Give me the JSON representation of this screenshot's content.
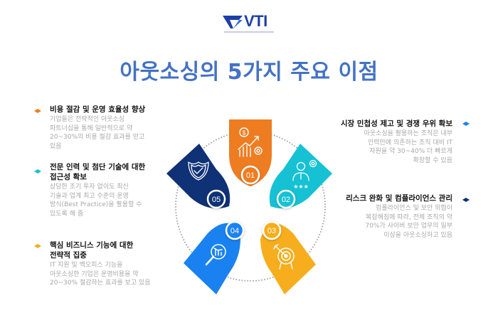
{
  "logo": {
    "text": "VTI",
    "color": "#1f3fa8"
  },
  "title": "아웃소싱의 5가지 주요 이점",
  "colors": {
    "title": "#4472c4",
    "orange": "#ee7d22",
    "cyan": "#16c1d4",
    "yellow": "#f6ae1e",
    "blue": "#1a82f0",
    "navy": "#0f3175"
  },
  "benefits": [
    {
      "number": "01",
      "head_lines": [
        "비용 절감 및 운영 효율성 향상"
      ],
      "desc_lines": [
        "기업들은 전략적인 아웃소싱",
        "파트너십을 통해 일반적으로 약",
        "20~30%의 비용 절감 효과를 얻고",
        "있음"
      ],
      "color": "#ee7d22",
      "icon": "cost-growth-chart-icon"
    },
    {
      "number": "02",
      "head_lines": [
        "시장 민첩성 제고 및 경쟁 우위 확보"
      ],
      "desc_lines": [
        "아웃소싱을 활용하는 조직은 내부",
        "인력만에 의존하는 조직 대비 IT",
        "자원을 약 30~40% 더 빠르게",
        "확장할 수 있음"
      ],
      "color": "#16c1d4",
      "icon": "talent-person-stars-icon"
    },
    {
      "number": "03",
      "head_lines": [
        "리스크 완화 및 컴플라이언스 관리"
      ],
      "desc_lines": [
        "컴플라이언스 및 보안 위협이",
        "복잡해짐에 따라, 전체 조직의 약",
        "70%가 사이버 보안 업무의 일부",
        "이상을 아웃소싱하고 있음"
      ],
      "color": "#f6ae1e",
      "icon": "target-arrow-icon"
    },
    {
      "number": "04",
      "head_lines": [
        "핵심 비즈니스 기능에 대한",
        "전략적 집중"
      ],
      "desc_lines": [
        "IT 지원 및 백오피스 기능을",
        "아웃소싱한 기업은 운영비용을 약",
        "20~30% 절감하는 효과를 보고 있음"
      ],
      "color": "#1a82f0",
      "icon": "magnifier-chart-icon"
    },
    {
      "number": "05",
      "head_lines": [
        "전문 인력 및 첨단 기술에 대한",
        "접근성 확보"
      ],
      "desc_lines": [
        "상당한 초기 투자 없이도 최신",
        "기술과 업계 최고 수준의 운영",
        "방식(Best Practice)을 활용할 수",
        "있도록 해 줌"
      ],
      "color": "#0f3175",
      "icon": "shield-check-icon"
    }
  ]
}
